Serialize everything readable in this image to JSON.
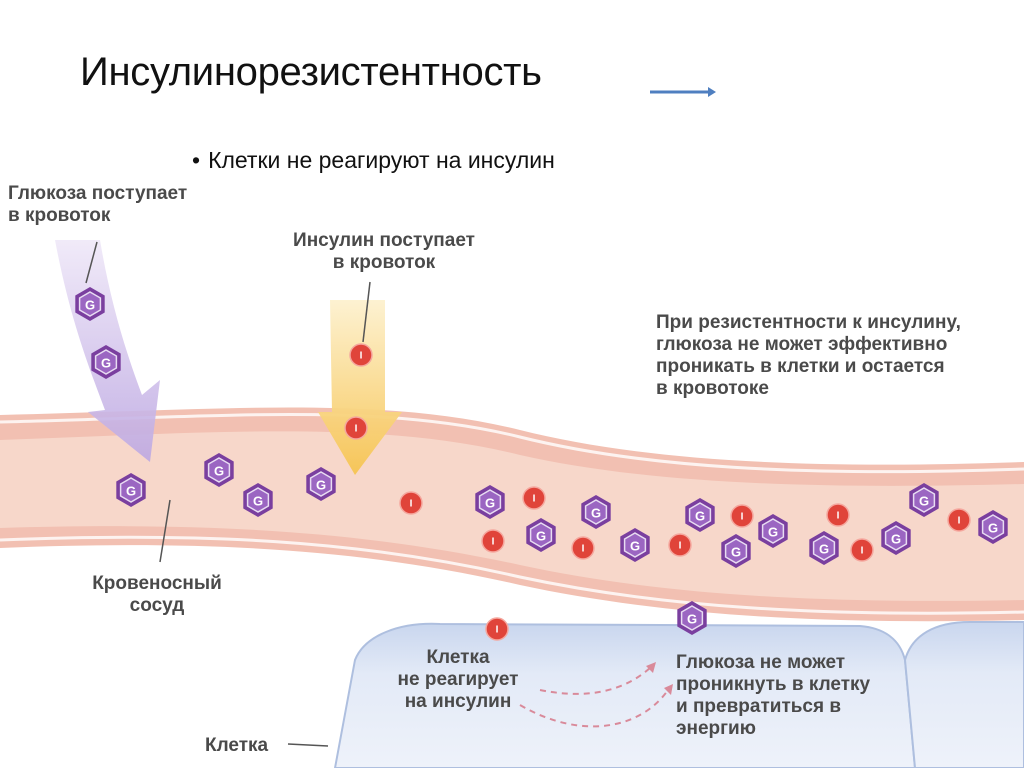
{
  "slide": {
    "title": "Инсулинорезистентность",
    "bullet": "Клетки не реагируют на инсулин"
  },
  "labels": {
    "glucose_enters": "Глюкоза поступает\nв кровоток",
    "insulin_enters": "Инсулин поступает\nв кровоток",
    "resistance_note": "При резистентности к инсулину,\nглюкоза не может эффективно\nпроникать в клетки и остается\n в кровотоке",
    "blood_vessel": "Кровеносный\nсосуд",
    "cell_no_response": "Клетка\nне реагирует\nна инсулин",
    "glucose_cannot_enter": "Глюкоза не может\nпроникнуть в клетку\nи превратиться в\nэнергию",
    "cell": "Клетка"
  },
  "molecules": {
    "glucose_letter": "G",
    "insulin_letter": "I"
  },
  "colors": {
    "glucose": "#7a3f9f",
    "insulin": "#e0443a",
    "vessel_wall": "#f2c3b6",
    "vessel_lumen": "#f6d6c8",
    "cell": "#dde6f6",
    "glucose_arrow": "#c9b7e6",
    "insulin_arrow": "#f7cf6a",
    "title_arrow": "#4f7fc0"
  }
}
